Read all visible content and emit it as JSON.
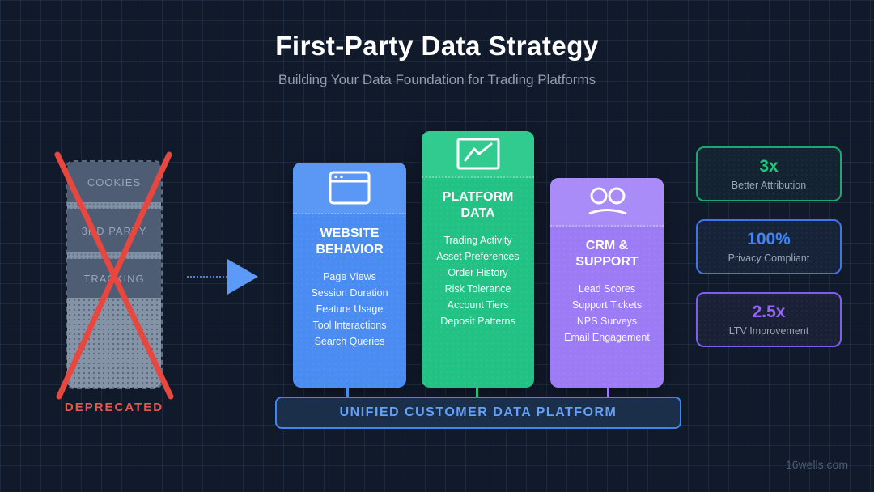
{
  "slide": {
    "title": "First-Party Data Strategy",
    "subtitle": "Building Your Data Foundation for Trading Platforms",
    "watermark": "16wells.com",
    "background_color": "#111a2b"
  },
  "deprecated": {
    "label": "DEPRECATED",
    "layers": [
      "COOKIES",
      "3RD PARTY",
      "TRACKING"
    ],
    "cross_color": "#e8473f"
  },
  "cards": [
    {
      "title": "WEBSITE BEHAVIOR",
      "icon": "browser-icon",
      "color": "#4a8cf2",
      "items": [
        "Page Views",
        "Session Duration",
        "Feature Usage",
        "Tool Interactions",
        "Search Queries"
      ]
    },
    {
      "title": "PLATFORM DATA",
      "icon": "chart-line-icon",
      "color": "#22c285",
      "items": [
        "Trading Activity",
        "Asset Preferences",
        "Order History",
        "Risk Tolerance",
        "Account Tiers",
        "Deposit Patterns"
      ]
    },
    {
      "title": "CRM & SUPPORT",
      "icon": "users-icon",
      "color": "#9c7bf5",
      "items": [
        "Lead Scores",
        "Support Tickets",
        "NPS Surveys",
        "Email Engagement"
      ]
    }
  ],
  "platform_bar": {
    "label": "UNIFIED CUSTOMER DATA PLATFORM",
    "border_color": "#3f86f0"
  },
  "stats": [
    {
      "value": "3x",
      "label": "Better Attribution",
      "color": "#1fc77f"
    },
    {
      "value": "100%",
      "label": "Privacy Compliant",
      "color": "#3e86f7"
    },
    {
      "value": "2.5x",
      "label": "LTV Improvement",
      "color": "#9465f8"
    }
  ]
}
